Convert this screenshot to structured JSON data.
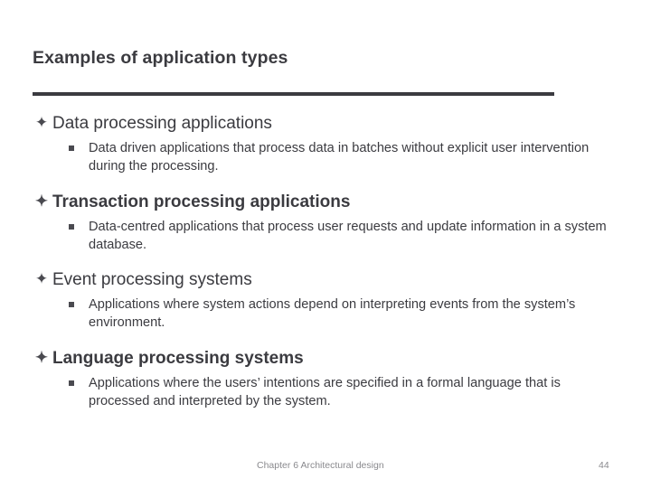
{
  "slide": {
    "title": "Examples of application types",
    "bullet_glyph": "✦",
    "sub_bullet_glyph": "square",
    "text_color": "#3b3b40",
    "footer_color": "#8a8a8e",
    "items": [
      {
        "label": "Data processing applications",
        "bold": false,
        "detail": "Data driven applications that process data in batches without explicit user intervention during the processing."
      },
      {
        "label": "Transaction processing applications",
        "bold": true,
        "detail": "Data-centred applications that process user requests and update information in a system database."
      },
      {
        "label": "Event processing systems",
        "bold": false,
        "detail": "Applications where system actions depend on interpreting events from the system’s environment."
      },
      {
        "label": "Language processing systems",
        "bold": true,
        "detail": "Applications where the users’ intentions are specified in a formal language that is processed and interpreted by the system."
      }
    ],
    "footer": {
      "text": "Chapter 6 Architectural design",
      "page": "44"
    }
  }
}
